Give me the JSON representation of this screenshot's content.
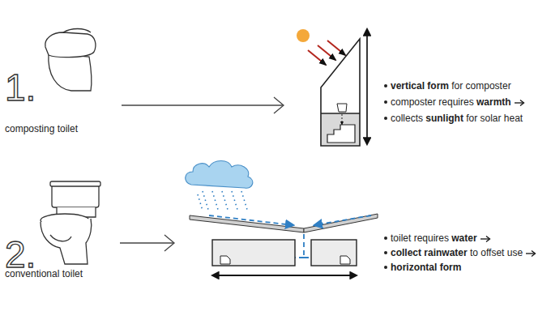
{
  "diagram": {
    "labels": [
      "1.",
      "composting toilet",
      "2.",
      "conventional toilet",
      "vertical form",
      "for composter",
      "composter requires",
      "warmth",
      "collects",
      "sunlight",
      "for solar heat",
      "toilet requires",
      "water",
      "collect rainwater",
      "to offset use",
      "horizontal form"
    ]
  }
}
